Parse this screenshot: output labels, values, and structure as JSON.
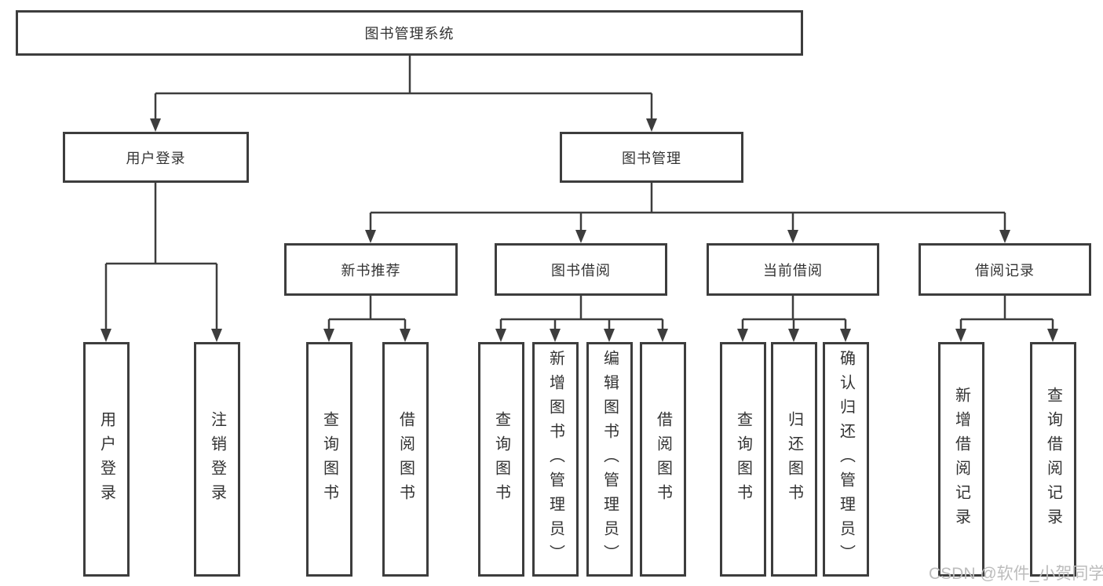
{
  "diagram": {
    "root": {
      "label": "图书管理系统"
    },
    "branches": [
      {
        "label": "用户登录",
        "children": [
          {
            "label": "用户登录"
          },
          {
            "label": "注销登录"
          }
        ]
      },
      {
        "label": "图书管理",
        "children": [
          {
            "label": "新书推荐",
            "children": [
              {
                "label": "查询图书"
              },
              {
                "label": "借阅图书"
              }
            ]
          },
          {
            "label": "图书借阅",
            "children": [
              {
                "label": "查询图书"
              },
              {
                "label": "新增图书（管理员）"
              },
              {
                "label": "编辑图书（管理员）"
              },
              {
                "label": "借阅图书"
              }
            ]
          },
          {
            "label": "当前借阅",
            "children": [
              {
                "label": "查询图书"
              },
              {
                "label": "归还图书"
              },
              {
                "label": "确认归还（管理员）"
              }
            ]
          },
          {
            "label": "借阅记录",
            "children": [
              {
                "label": "新增借阅记录"
              },
              {
                "label": "查询借阅记录"
              }
            ]
          }
        ]
      }
    ],
    "watermark": "CSDN @软件_小贺同学",
    "colors": {
      "line": "#3d3d3d",
      "box_fill": "#ffffff",
      "text": "#333333",
      "watermark": "#bcbcbc"
    }
  }
}
